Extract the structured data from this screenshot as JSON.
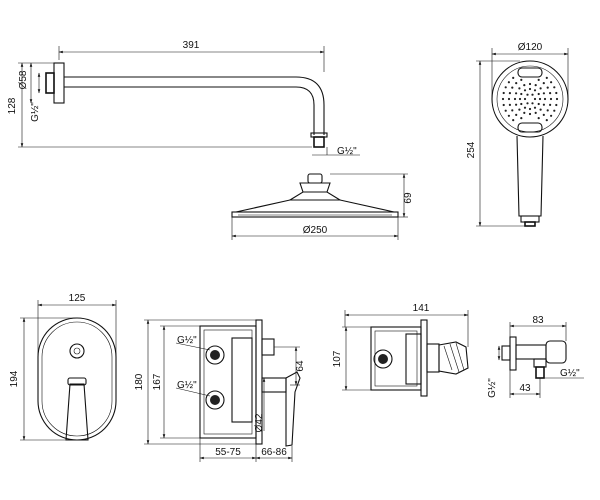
{
  "views": {
    "shower_arm": {
      "length": "391",
      "height": "128",
      "flange_dia": "Ø58",
      "thread_wall": "G½\"",
      "thread_outlet": "G½\""
    },
    "rain_head": {
      "height": "69",
      "diameter": "Ø250"
    },
    "hand_shower": {
      "diameter": "Ø120",
      "length": "254"
    },
    "cover_plate": {
      "width": "125",
      "height": "194"
    },
    "mixer_side": {
      "height_outer": "180",
      "height_inner": "167",
      "thread_top": "G½\"",
      "thread_bottom": "G½\"",
      "offset": "64",
      "diameter": "Ø42",
      "depth_body": "55-75",
      "depth_lever": "66-86"
    },
    "mixer_top": {
      "width": "141",
      "height": "107"
    },
    "wall_outlet": {
      "width": "83",
      "thread_left": "G½\"",
      "thread_right": "G½\"",
      "spacing": "43"
    }
  }
}
